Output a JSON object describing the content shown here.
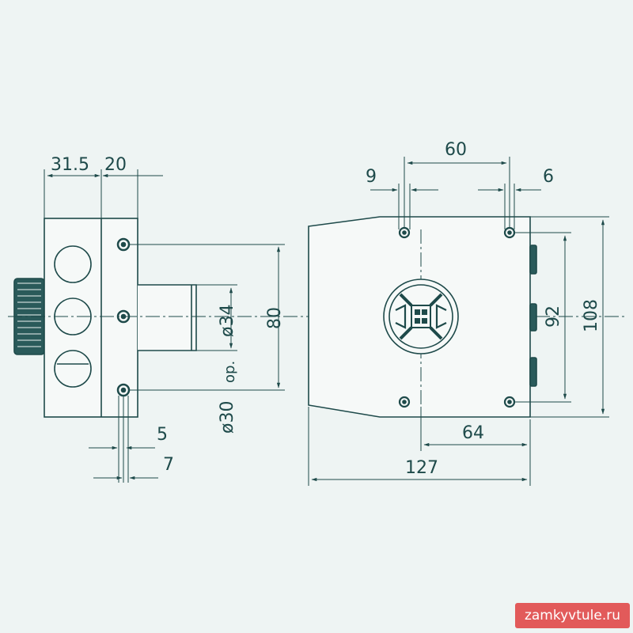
{
  "side_view": {
    "dim_width_left": "31.5",
    "dim_width_right": "20",
    "dim_bolt_spacing": "80",
    "dim_cylinder_dia": "ø34",
    "dim_alt_dia": "ø30",
    "dim_alt_note": "op.",
    "dim_small_a": "5",
    "dim_small_b": "7"
  },
  "front_view": {
    "dim_hole_spacing_top": "60",
    "dim_offset_left": "9",
    "dim_offset_right": "6",
    "dim_hole_spacing_vertical": "92",
    "dim_total_height": "108",
    "dim_hole_spacing_bottom": "64",
    "dim_total_width": "127"
  },
  "watermark": "zamkyvtule.ru",
  "colors": {
    "line": "#1e4a4a",
    "body_fill": "#f6f9f8",
    "background": "#eef4f3",
    "watermark_bg": "#e25a5a"
  }
}
